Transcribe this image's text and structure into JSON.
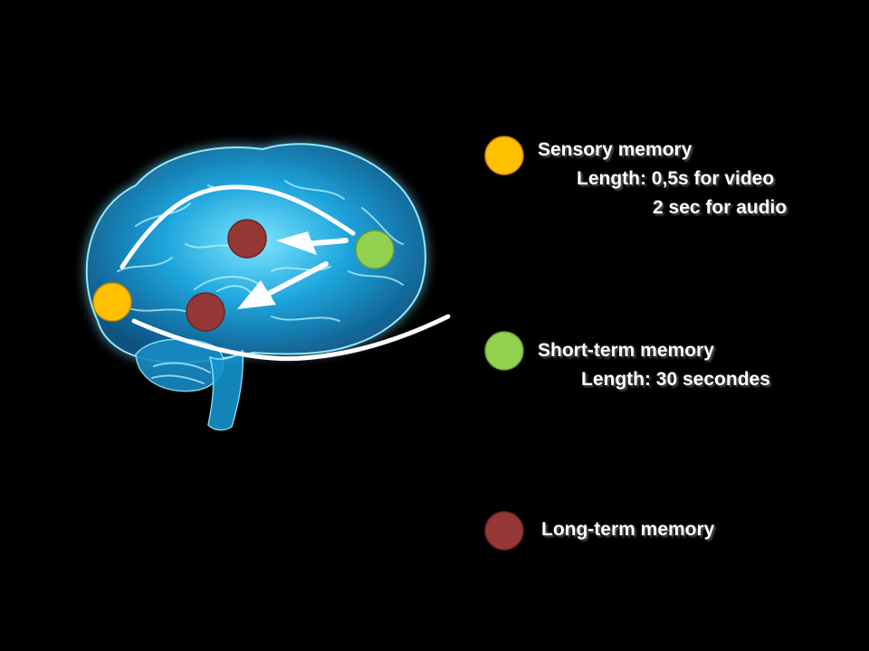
{
  "colors": {
    "background": "#000000",
    "sensory": "#ffc000",
    "short_term": "#92d050",
    "long_term": "#953735",
    "brain": "#1e9fd6",
    "text": "#ffffff"
  },
  "legend": {
    "sensory": {
      "title": "Sensory memory",
      "line1": "Length: 0,5s for video",
      "line2": "2 sec for audio"
    },
    "short_term": {
      "title": "Short-term memory",
      "line1": "Length:  30 secondes"
    },
    "long_term": {
      "title": "Long-term memory"
    }
  }
}
